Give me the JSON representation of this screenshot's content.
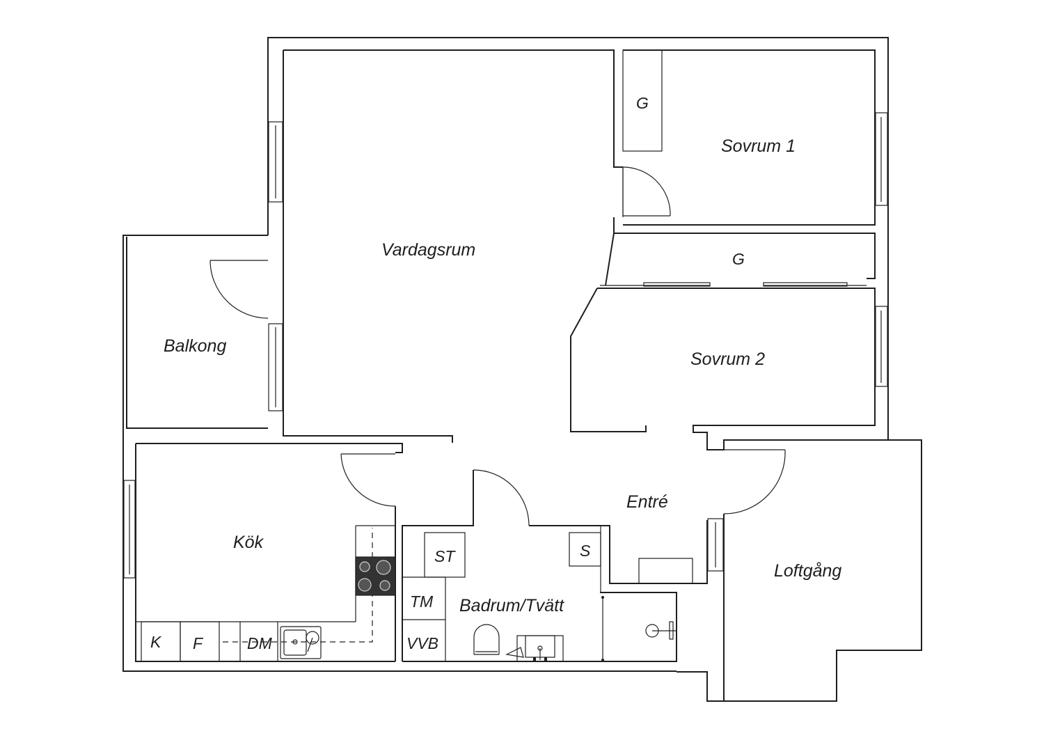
{
  "rooms": {
    "vardagsrum": "Vardagsrum",
    "sovrum1": "Sovrum 1",
    "sovrum2": "Sovrum 2",
    "balkong": "Balkong",
    "kok": "Kök",
    "entre": "Entré",
    "badrum": "Badrum/Tvätt",
    "loftgang": "Loftgång"
  },
  "fixtures": {
    "wardrobe1": "G",
    "wardrobe2": "G",
    "kyl": "K",
    "frys": "F",
    "diskmaskin": "DM",
    "torkskap": "ST",
    "tumlare": "TM",
    "varmvattenberedare": "VVB",
    "skap": "S"
  }
}
